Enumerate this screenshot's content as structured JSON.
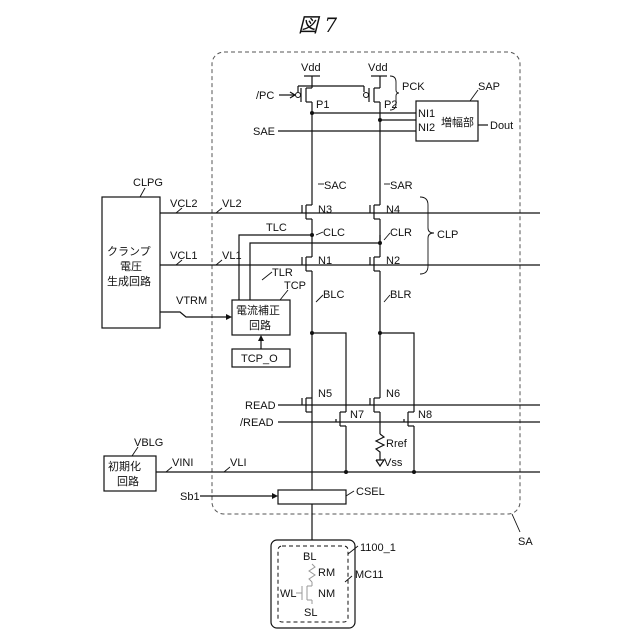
{
  "figure_title": "図 7",
  "supply": {
    "vdd_left": "Vdd",
    "vdd_right": "Vdd",
    "vss": "Vss"
  },
  "signals": {
    "pc": "/PC",
    "sae": "SAE",
    "vcl2": "VCL2",
    "vcl1": "VCL1",
    "vtrm": "VTRM",
    "vl2": "VL2",
    "vl1": "VL1",
    "tlc": "TLC",
    "tlr": "TLR",
    "clc": "CLC",
    "clr": "CLR",
    "read": "READ",
    "read_n": "/READ",
    "vini": "VINI",
    "vli": "VLI",
    "sb1": "Sb1",
    "sac": "SAC",
    "sar": "SAR",
    "blc": "BLC",
    "blr": "BLR",
    "dout": "Dout"
  },
  "transistors": {
    "p1": "P1",
    "p2": "P2",
    "n1": "N1",
    "n2": "N2",
    "n3": "N3",
    "n4": "N4",
    "n5": "N5",
    "n6": "N6",
    "n7": "N7",
    "n8": "N8"
  },
  "groups": {
    "pck": "PCK",
    "clp": "CLP",
    "sa": "SA",
    "sap": "SAP",
    "clpg": "CLPG",
    "tcp": "TCP",
    "vblg": "VBLG",
    "csel": "CSEL"
  },
  "blocks": {
    "amp_label": "増幅部",
    "amp_in1": "NI1",
    "amp_in2": "NI2",
    "clamp_gen_1": "クランプ",
    "clamp_gen_2": "電圧",
    "clamp_gen_3": "生成回路",
    "current_corr_1": "電流補正",
    "current_corr_2": "回路",
    "tcp_o": "TCP_O",
    "init_1": "初期化",
    "init_2": "回路",
    "rref": "Rref"
  },
  "cell": {
    "ref": "1100_1",
    "mc": "MC11",
    "bl": "BL",
    "rm": "RM",
    "wl": "WL",
    "nm": "NM",
    "sl": "SL"
  }
}
